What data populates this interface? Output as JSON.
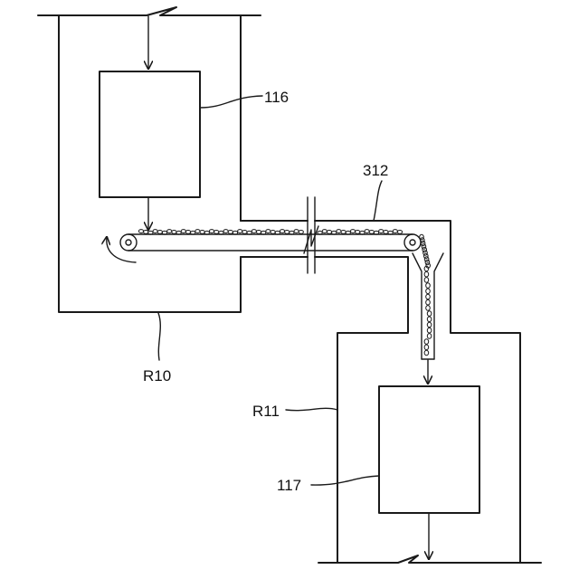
{
  "labels": {
    "hopper_upper": "116",
    "conveyor": "312",
    "room_r10": "R10",
    "room_r11": "R11",
    "hopper_lower": "117"
  }
}
